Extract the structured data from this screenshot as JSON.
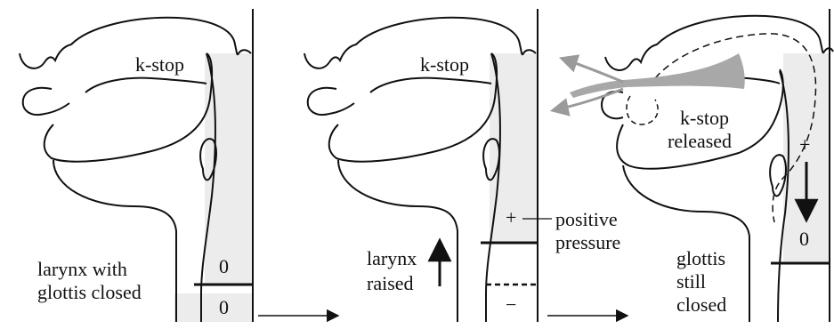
{
  "panels": [
    {
      "stop_label": "k-stop",
      "larynx_label_line1": "larynx with",
      "larynx_label_line2": "glottis closed",
      "pressure_above": "0",
      "pressure_below": "0"
    },
    {
      "stop_label": "k-stop",
      "larynx_label_line1": "larynx",
      "larynx_label_line2": "raised",
      "pressure_above": "+",
      "pressure_below": "−",
      "annotation_line1": "positive",
      "annotation_line2": "pressure"
    },
    {
      "stop_label_line1": "k-stop",
      "stop_label_line2": "released",
      "larynx_label_line1": "glottis",
      "larynx_label_line2": "still",
      "larynx_label_line3": "closed",
      "pressure_above": "+",
      "pressure_below": "0"
    }
  ],
  "icons": [
    "sequence-arrow-icon",
    "larynx-up-arrow-icon",
    "pressure-down-arrow-icon",
    "airflow-arrow-icon"
  ],
  "colors": {
    "ink": "#111111",
    "shade": "#ececec",
    "airflow": "#9a9a9a"
  }
}
